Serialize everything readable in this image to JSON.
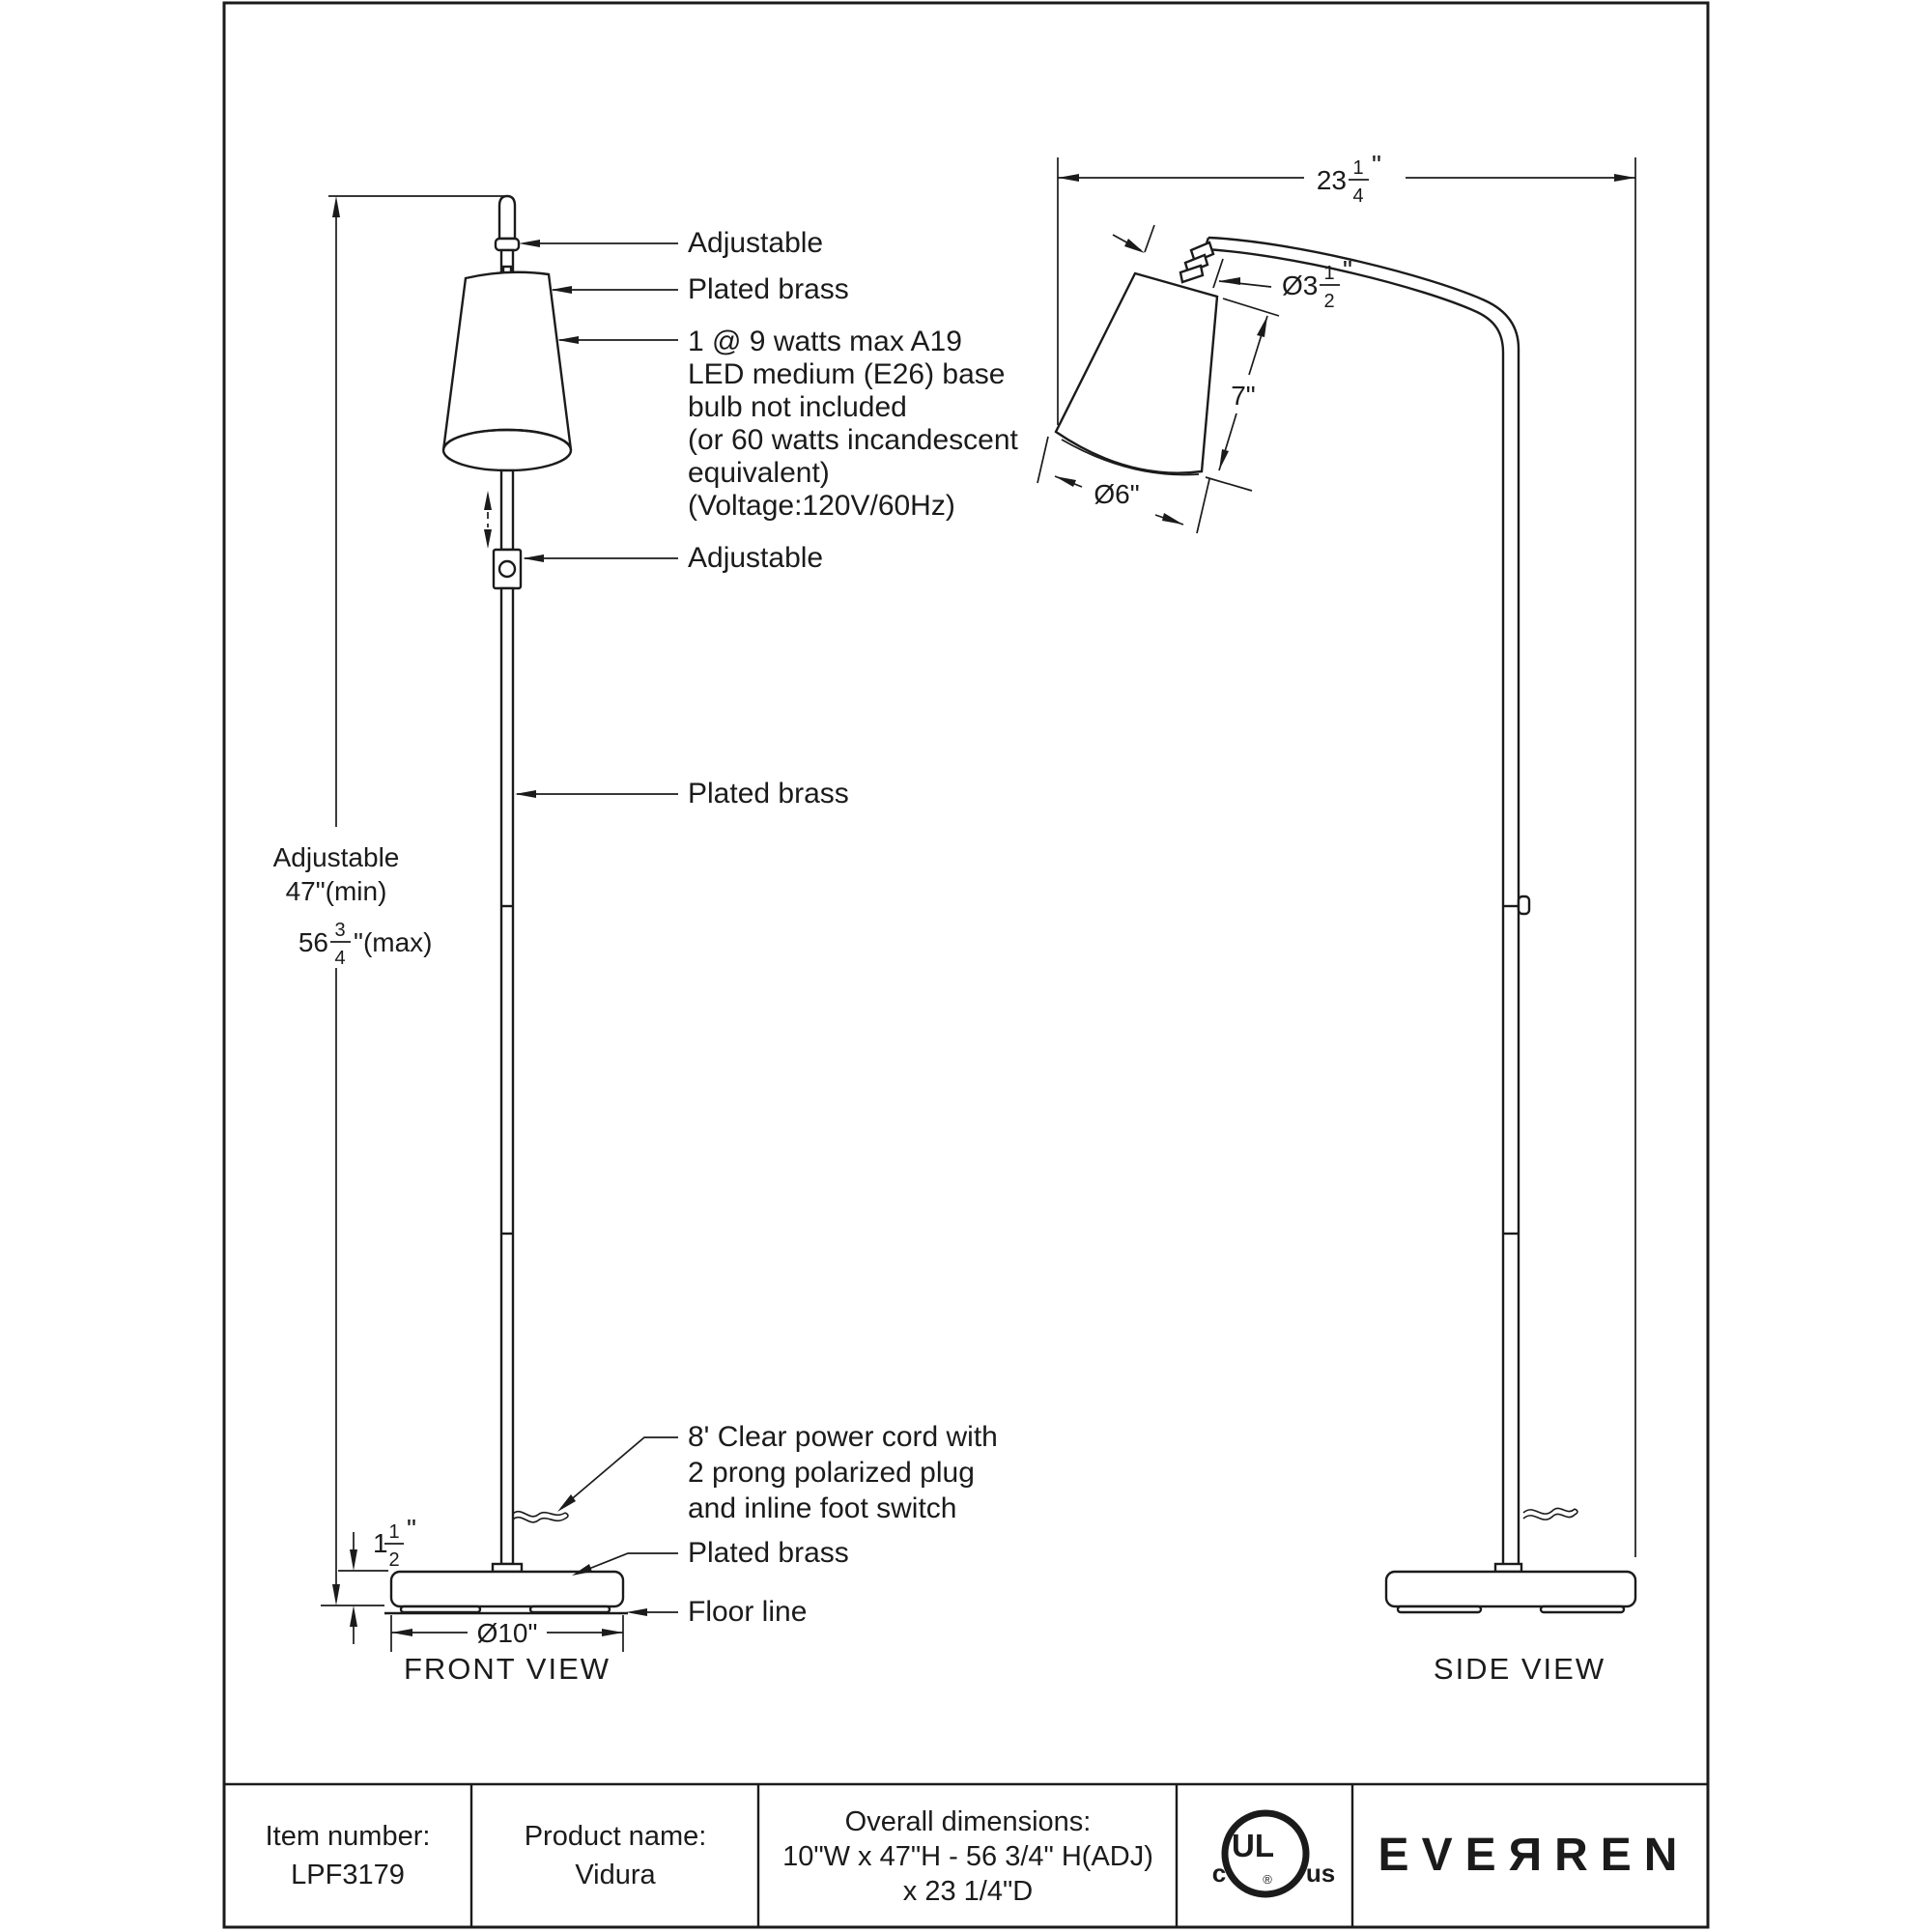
{
  "colors": {
    "line": "#1b1b1b",
    "background": "#ffffff"
  },
  "front_view": {
    "label": "FRONT VIEW",
    "height_dim": {
      "label": "Adjustable",
      "min": "47\"(min)",
      "max": {
        "whole": "56",
        "num": "3",
        "den": "4",
        "suffix": "\"(max)"
      }
    },
    "base_height_dim": {
      "whole": "1",
      "num": "1",
      "den": "2",
      "suffix": "\""
    },
    "base_width_dim": "Ø10\"",
    "annotations": {
      "adjustable_top": "Adjustable",
      "shade_material": "Plated brass",
      "bulb": [
        "1 @ 9 watts max A19",
        "LED medium (E26) base",
        "bulb not included",
        "(or 60 watts incandescent",
        "equivalent)",
        "(Voltage:120V/60Hz)"
      ],
      "adjustable_mid": "Adjustable",
      "pole_material": "Plated brass",
      "cord": [
        "8' Clear power cord with",
        "2 prong polarized plug",
        "and inline foot switch"
      ],
      "base_material": "Plated brass",
      "floor": "Floor line"
    }
  },
  "side_view": {
    "label": "SIDE VIEW",
    "depth_dim": {
      "whole": "23",
      "num": "1",
      "den": "4",
      "suffix": "\""
    },
    "neck_dim": {
      "whole": "Ø3",
      "num": "1",
      "den": "2",
      "suffix": "\""
    },
    "shade_height_dim": "7\"",
    "shade_diameter_dim": "Ø6\""
  },
  "title_block": {
    "item_label": "Item number:",
    "item_value": "LPF3179",
    "product_label": "Product name:",
    "product_value": "Vidura",
    "dims_label": "Overall dimensions:",
    "dims_line1": "10\"W x 47\"H - 56 3/4\" H(ADJ)",
    "dims_line2": "x 23 1/4\"D",
    "cert": {
      "c": "c",
      "ul": "UL",
      "us": "us",
      "reg": "®"
    },
    "brand": "EVEЯREN"
  }
}
